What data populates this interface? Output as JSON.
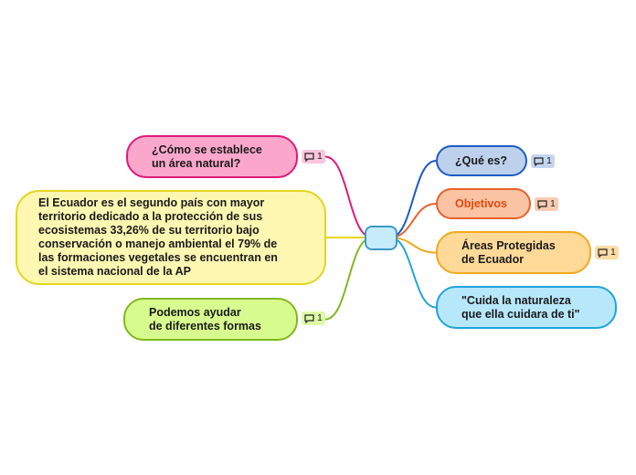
{
  "center": {
    "fill": "#c6ecfc",
    "border": "#3b9ac4"
  },
  "left": [
    {
      "id": "como",
      "text": "¿Cómo se establece\nun área natural?",
      "fill": "#fba7cc",
      "border": "#e0197a",
      "badge": "1",
      "badge_fill": "#fbc6dd"
    },
    {
      "id": "ecuador",
      "text": "El Ecuador es el segundo país con mayor\nterritorio dedicado a la protección de sus\necosistemas 33,26% de su territorio bajo\nconservación o manejo ambiental el 79% de\nlas formaciones vegetales se encuentran en\nel sistema nacional de la AP",
      "fill": "#fdf7b2",
      "border": "#e5d51d",
      "badge": "",
      "badge_fill": ""
    },
    {
      "id": "podemos",
      "text": "Podemos ayudar\nde diferentes formas",
      "fill": "#d7fb8f",
      "border": "#80b81e",
      "badge": "1",
      "badge_fill": "#def9a6"
    }
  ],
  "right": [
    {
      "id": "que",
      "text": "¿Qué es?",
      "fill": "#bdd0ec",
      "border": "#1c5bc4",
      "badge": "1",
      "badge_fill": "#c4d6ef",
      "text_color": "#1a1a1a"
    },
    {
      "id": "objetivos",
      "text": "Objetivos",
      "fill": "#f9c3a4",
      "border": "#e8602a",
      "badge": "1",
      "badge_fill": "#fbcbb1",
      "text_color": "#e24a10"
    },
    {
      "id": "areas",
      "text": "Áreas Protegidas\nde Ecuador",
      "fill": "#fed998",
      "border": "#f0aa1c",
      "badge": "1",
      "badge_fill": "#fddda6",
      "text_color": "#1a1a1a"
    },
    {
      "id": "cuida",
      "text": "\"Cuida la naturaleza\nque ella cuidara de ti\"",
      "fill": "#b7e7fb",
      "border": "#1fa3dd",
      "badge": "",
      "badge_fill": "",
      "text_color": "#1a1a1a"
    }
  ],
  "icons": {
    "badge": "comment-icon"
  }
}
